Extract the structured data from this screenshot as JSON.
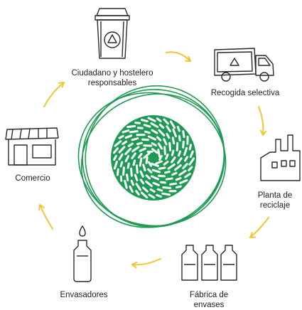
{
  "cycle_steps": [
    {
      "id": "ciudadano",
      "line1": "Ciudadano y hostelero",
      "line2": "responsables",
      "icon": "recycle-bin-icon"
    },
    {
      "id": "recogida",
      "line1": "Recogida selectiva",
      "line2": "",
      "icon": "garbage-truck-icon"
    },
    {
      "id": "planta",
      "line1": "Planta de",
      "line2": "reciclaje",
      "icon": "factory-icon"
    },
    {
      "id": "fabrica",
      "line1": "Fábrica de",
      "line2": "envases",
      "icon": "bottles-icon"
    },
    {
      "id": "envasadores",
      "line1": "Envasadores",
      "line2": "",
      "icon": "dropper-bottle-icon"
    },
    {
      "id": "comercio",
      "line1": "Comercio",
      "line2": "",
      "icon": "shop-icon"
    }
  ],
  "colors": {
    "arrow": "#f2c532",
    "center": "#1f9a55",
    "ink": "#2a2a2a"
  }
}
